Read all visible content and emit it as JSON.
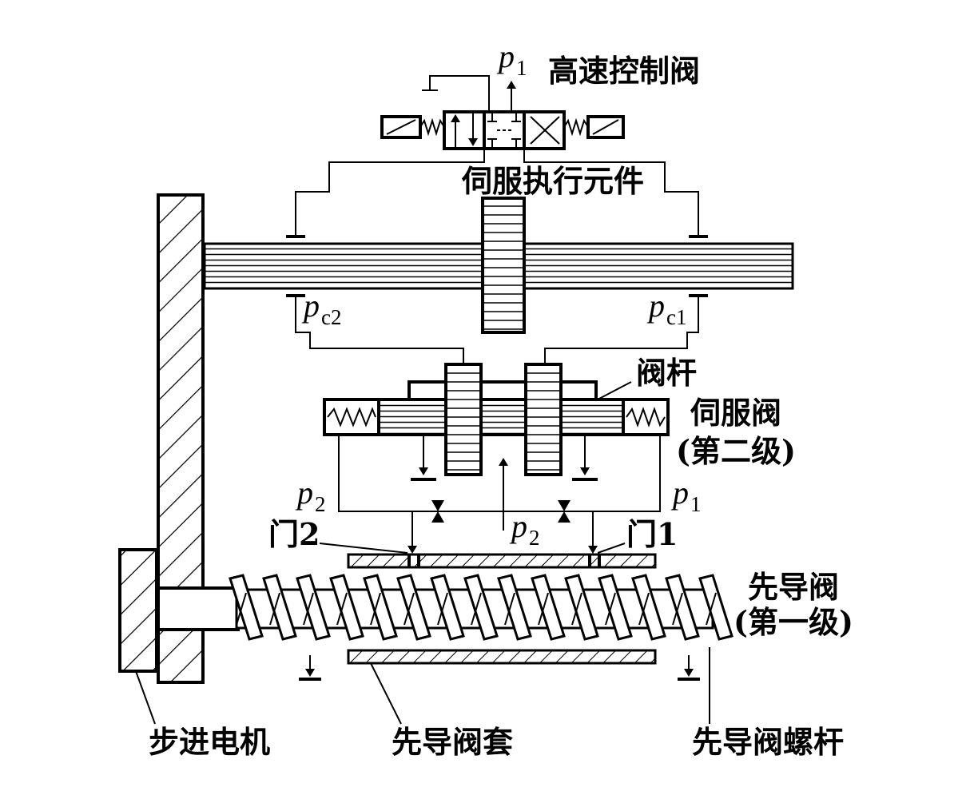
{
  "labels": {
    "high_speed_valve": "高速控制阀",
    "servo_actuator": "伺服执行元件",
    "valve_stem": "阀杆",
    "servo_valve": "伺服阀",
    "servo_valve_stage": "(第二级)",
    "gate2": "门2",
    "gate1": "门1",
    "pilot_valve": "先导阀",
    "pilot_valve_stage": "(第一级)",
    "stepper_motor": "步进电机",
    "pilot_sleeve": "先导阀套",
    "pilot_screw": "先导阀螺杆"
  },
  "symbols": {
    "p1_top": {
      "base": "p",
      "sub": "1"
    },
    "pc2": {
      "base": "p",
      "sub": "c2"
    },
    "pc1": {
      "base": "p",
      "sub": "c1"
    },
    "p2_left": {
      "base": "p",
      "sub": "2"
    },
    "p1_right": {
      "base": "p",
      "sub": "1"
    },
    "p2_mid": {
      "base": "p",
      "sub": "2"
    }
  }
}
